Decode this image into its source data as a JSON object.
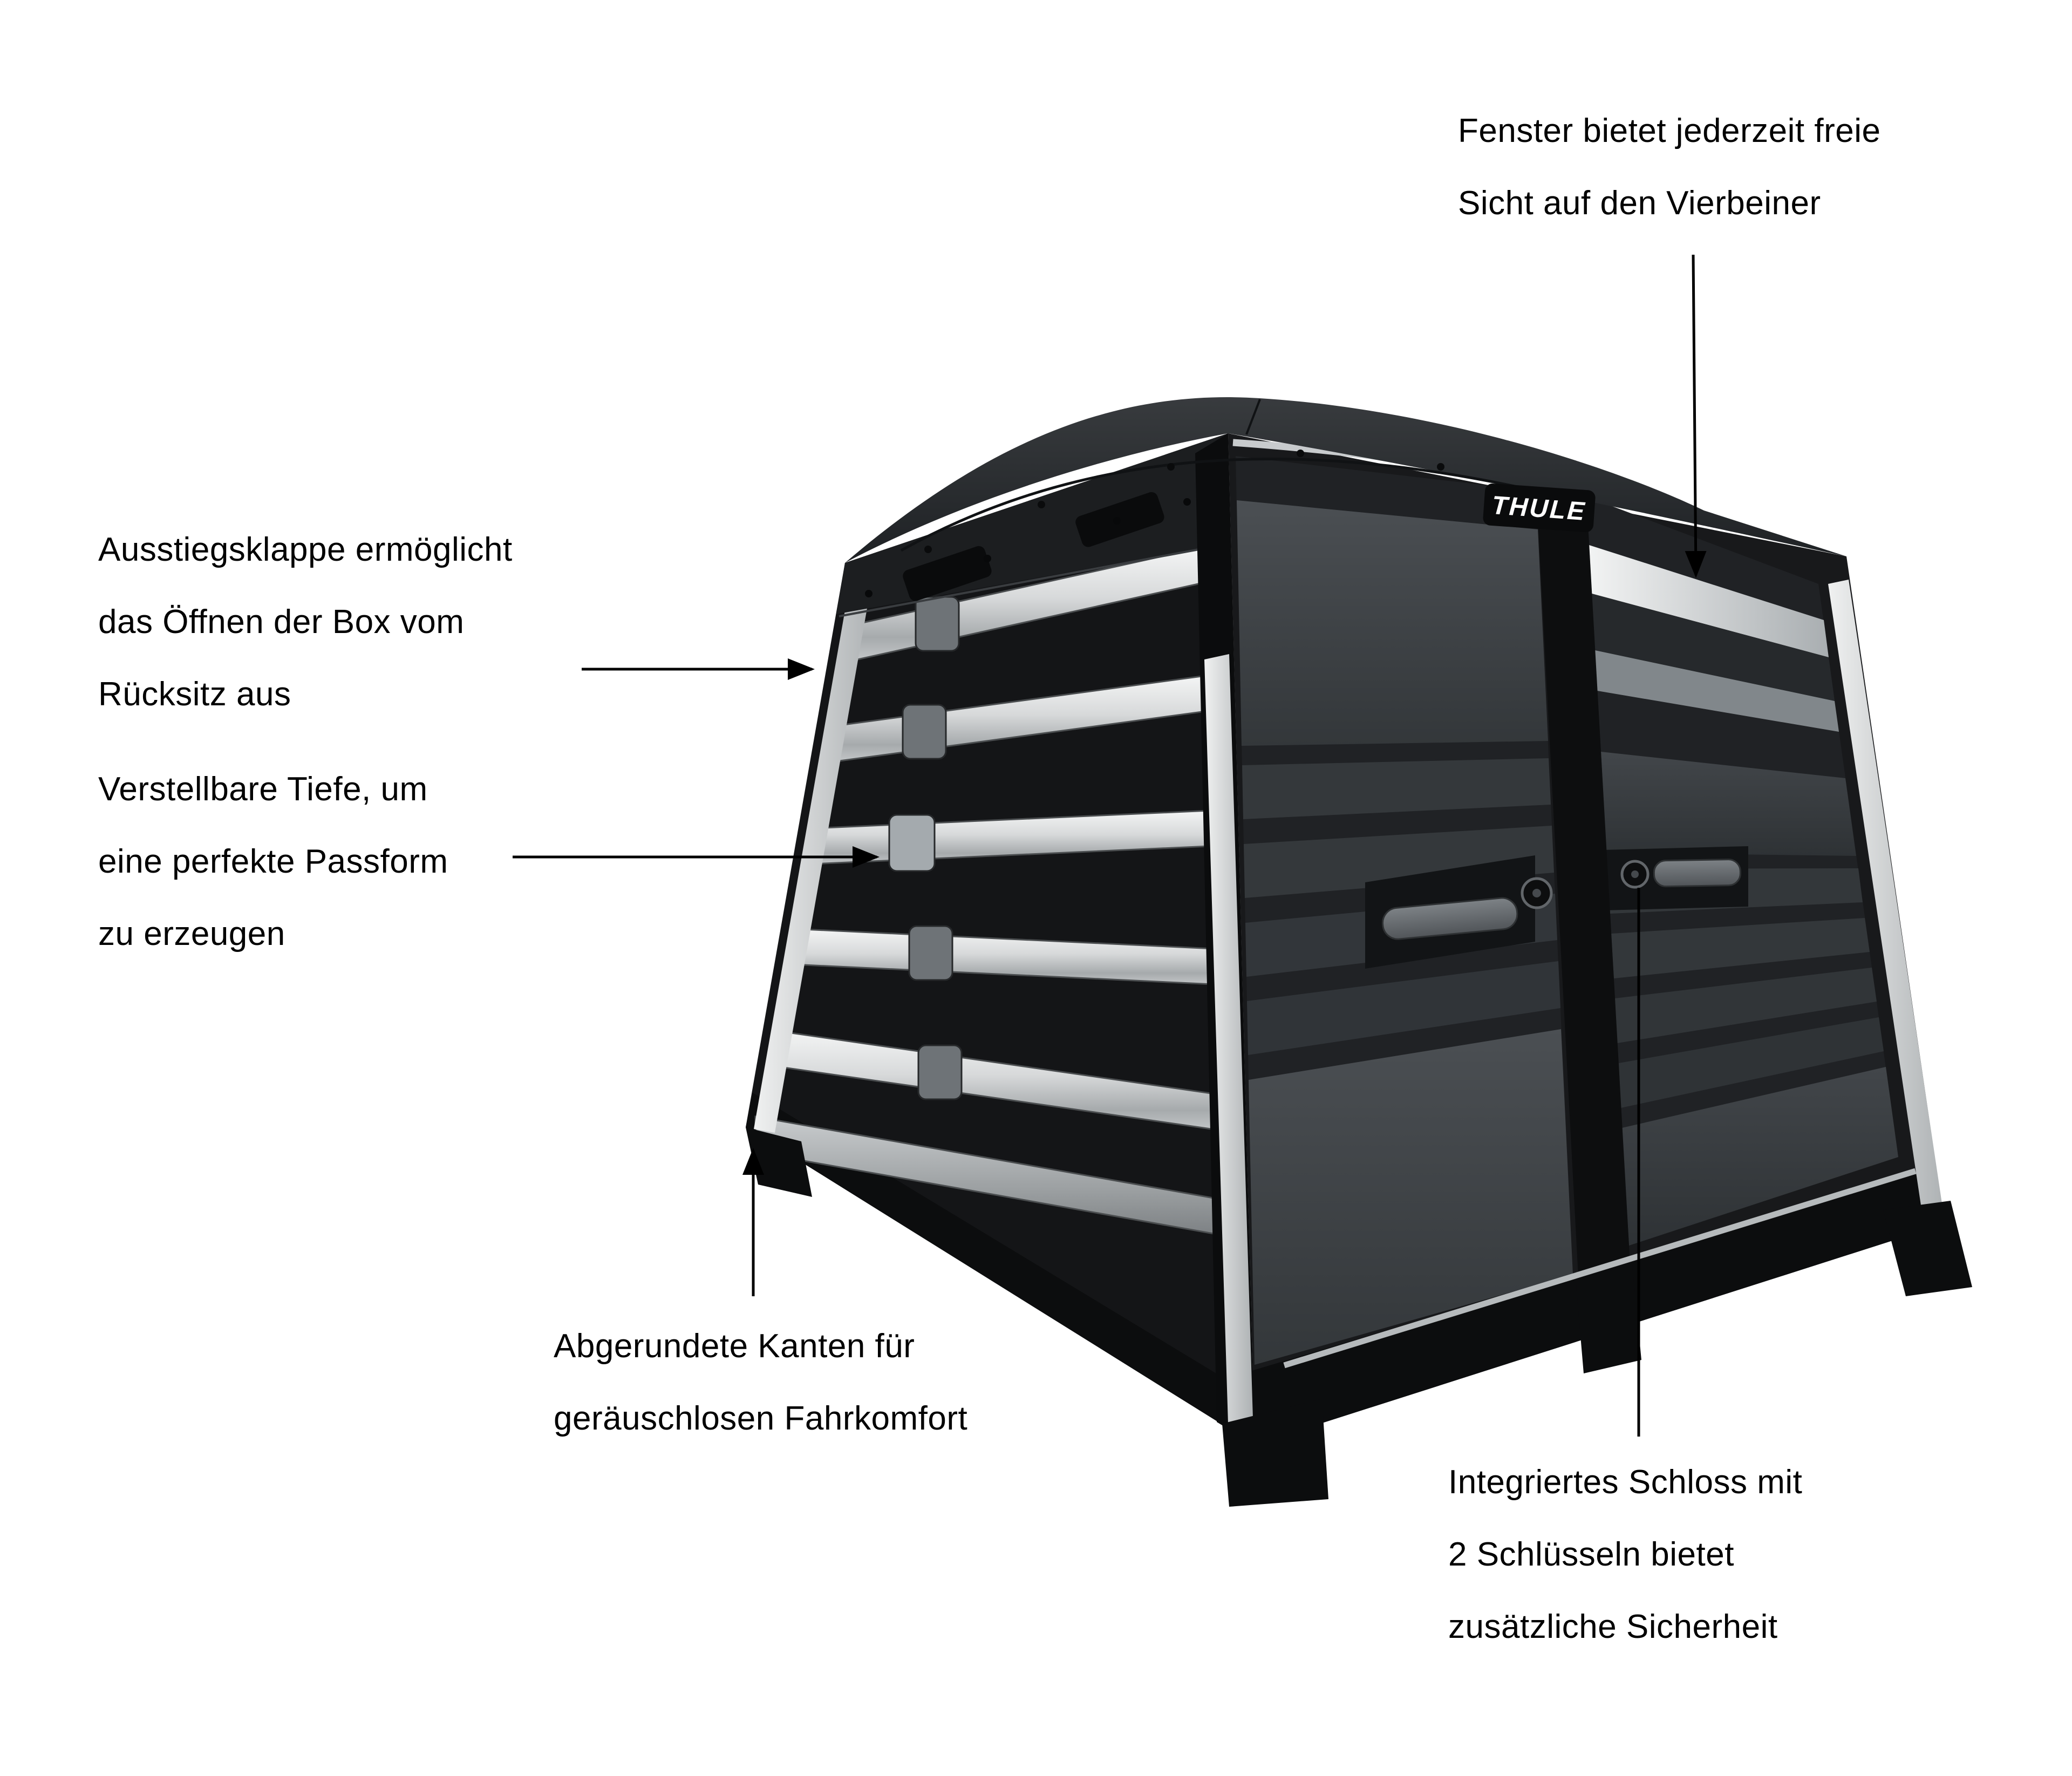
{
  "product": {
    "logo": "THULE"
  },
  "annotations": {
    "window": {
      "lines": [
        "Fenster bietet jederzeit freie",
        "Sicht auf den Vierbeiner"
      ]
    },
    "exit_hatch": {
      "lines": [
        "Ausstiegsklappe ermöglicht",
        "das Öffnen der Box vom",
        "Rücksitz aus"
      ]
    },
    "depth": {
      "lines": [
        "Verstellbare Tiefe, um",
        "eine perfekte Passform",
        "zu erzeugen"
      ]
    },
    "rounded": {
      "lines": [
        "Abgerundete Kanten für",
        "geräuschlosen Fahrkomfort"
      ]
    },
    "lock": {
      "lines": [
        "Integriertes Schloss mit",
        "2 Schlüsseln bietet",
        "zusätzliche Sicherheit"
      ]
    }
  },
  "colors": {
    "background": "#ffffff",
    "text": "#000000",
    "arrow": "#000000",
    "crate_dark": "#17181a",
    "crate_panel": "#44484c",
    "aluminum": "#d7d9da",
    "logo_background": "#0a0b0c",
    "logo_text": "#ffffff"
  }
}
